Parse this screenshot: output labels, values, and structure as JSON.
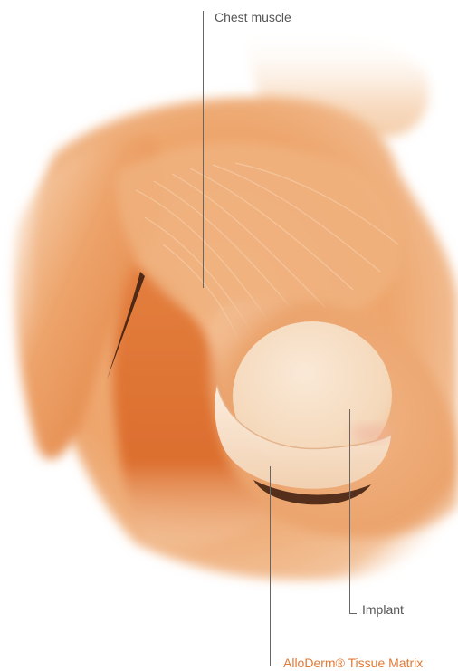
{
  "labels": {
    "chest_muscle": "Chest muscle",
    "implant": "Implant",
    "alloderm": "AlloDerm® Tissue Matrix"
  },
  "colors": {
    "label_text": "#555555",
    "alloderm_text": "#e07a35",
    "leader_line": "#666666",
    "muscle": "#e9a066",
    "skin_light": "#f8d8b8",
    "implant": "#f7e6d0"
  }
}
